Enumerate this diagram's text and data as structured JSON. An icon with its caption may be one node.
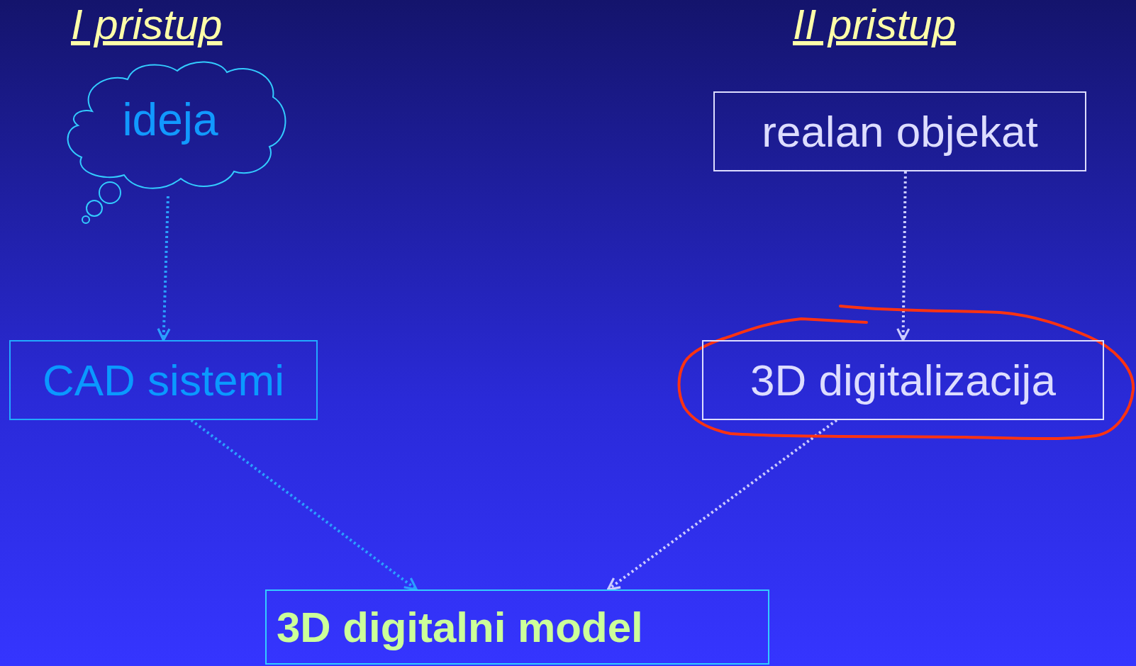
{
  "diagram": {
    "nodes": [
      {
        "text": [
          "ideja"
        ]
      },
      {
        "text": [
          "realan objekat"
        ]
      },
      {
        "text": [
          "CAD sistemi"
        ]
      },
      {
        "text": [
          "3D digitalizacija"
        ]
      },
      {
        "text": [
          "3D digitalni model"
        ]
      }
    ],
    "edges": [
      {
        "from": 0,
        "to": 2,
        "arrow": "to",
        "style": "dashed"
      },
      {
        "from": 1,
        "to": 3,
        "arrow": "to",
        "style": "dashed",
        "color": "#ccccff"
      },
      {
        "from": 2,
        "to": 4,
        "arrow": "to",
        "style": "dashed"
      },
      {
        "from": 3,
        "to": 4,
        "arrow": "to",
        "style": "dashed",
        "color": "#ccccff"
      }
    ],
    "labels": [
      "I pristup",
      "II pristup"
    ]
  }
}
